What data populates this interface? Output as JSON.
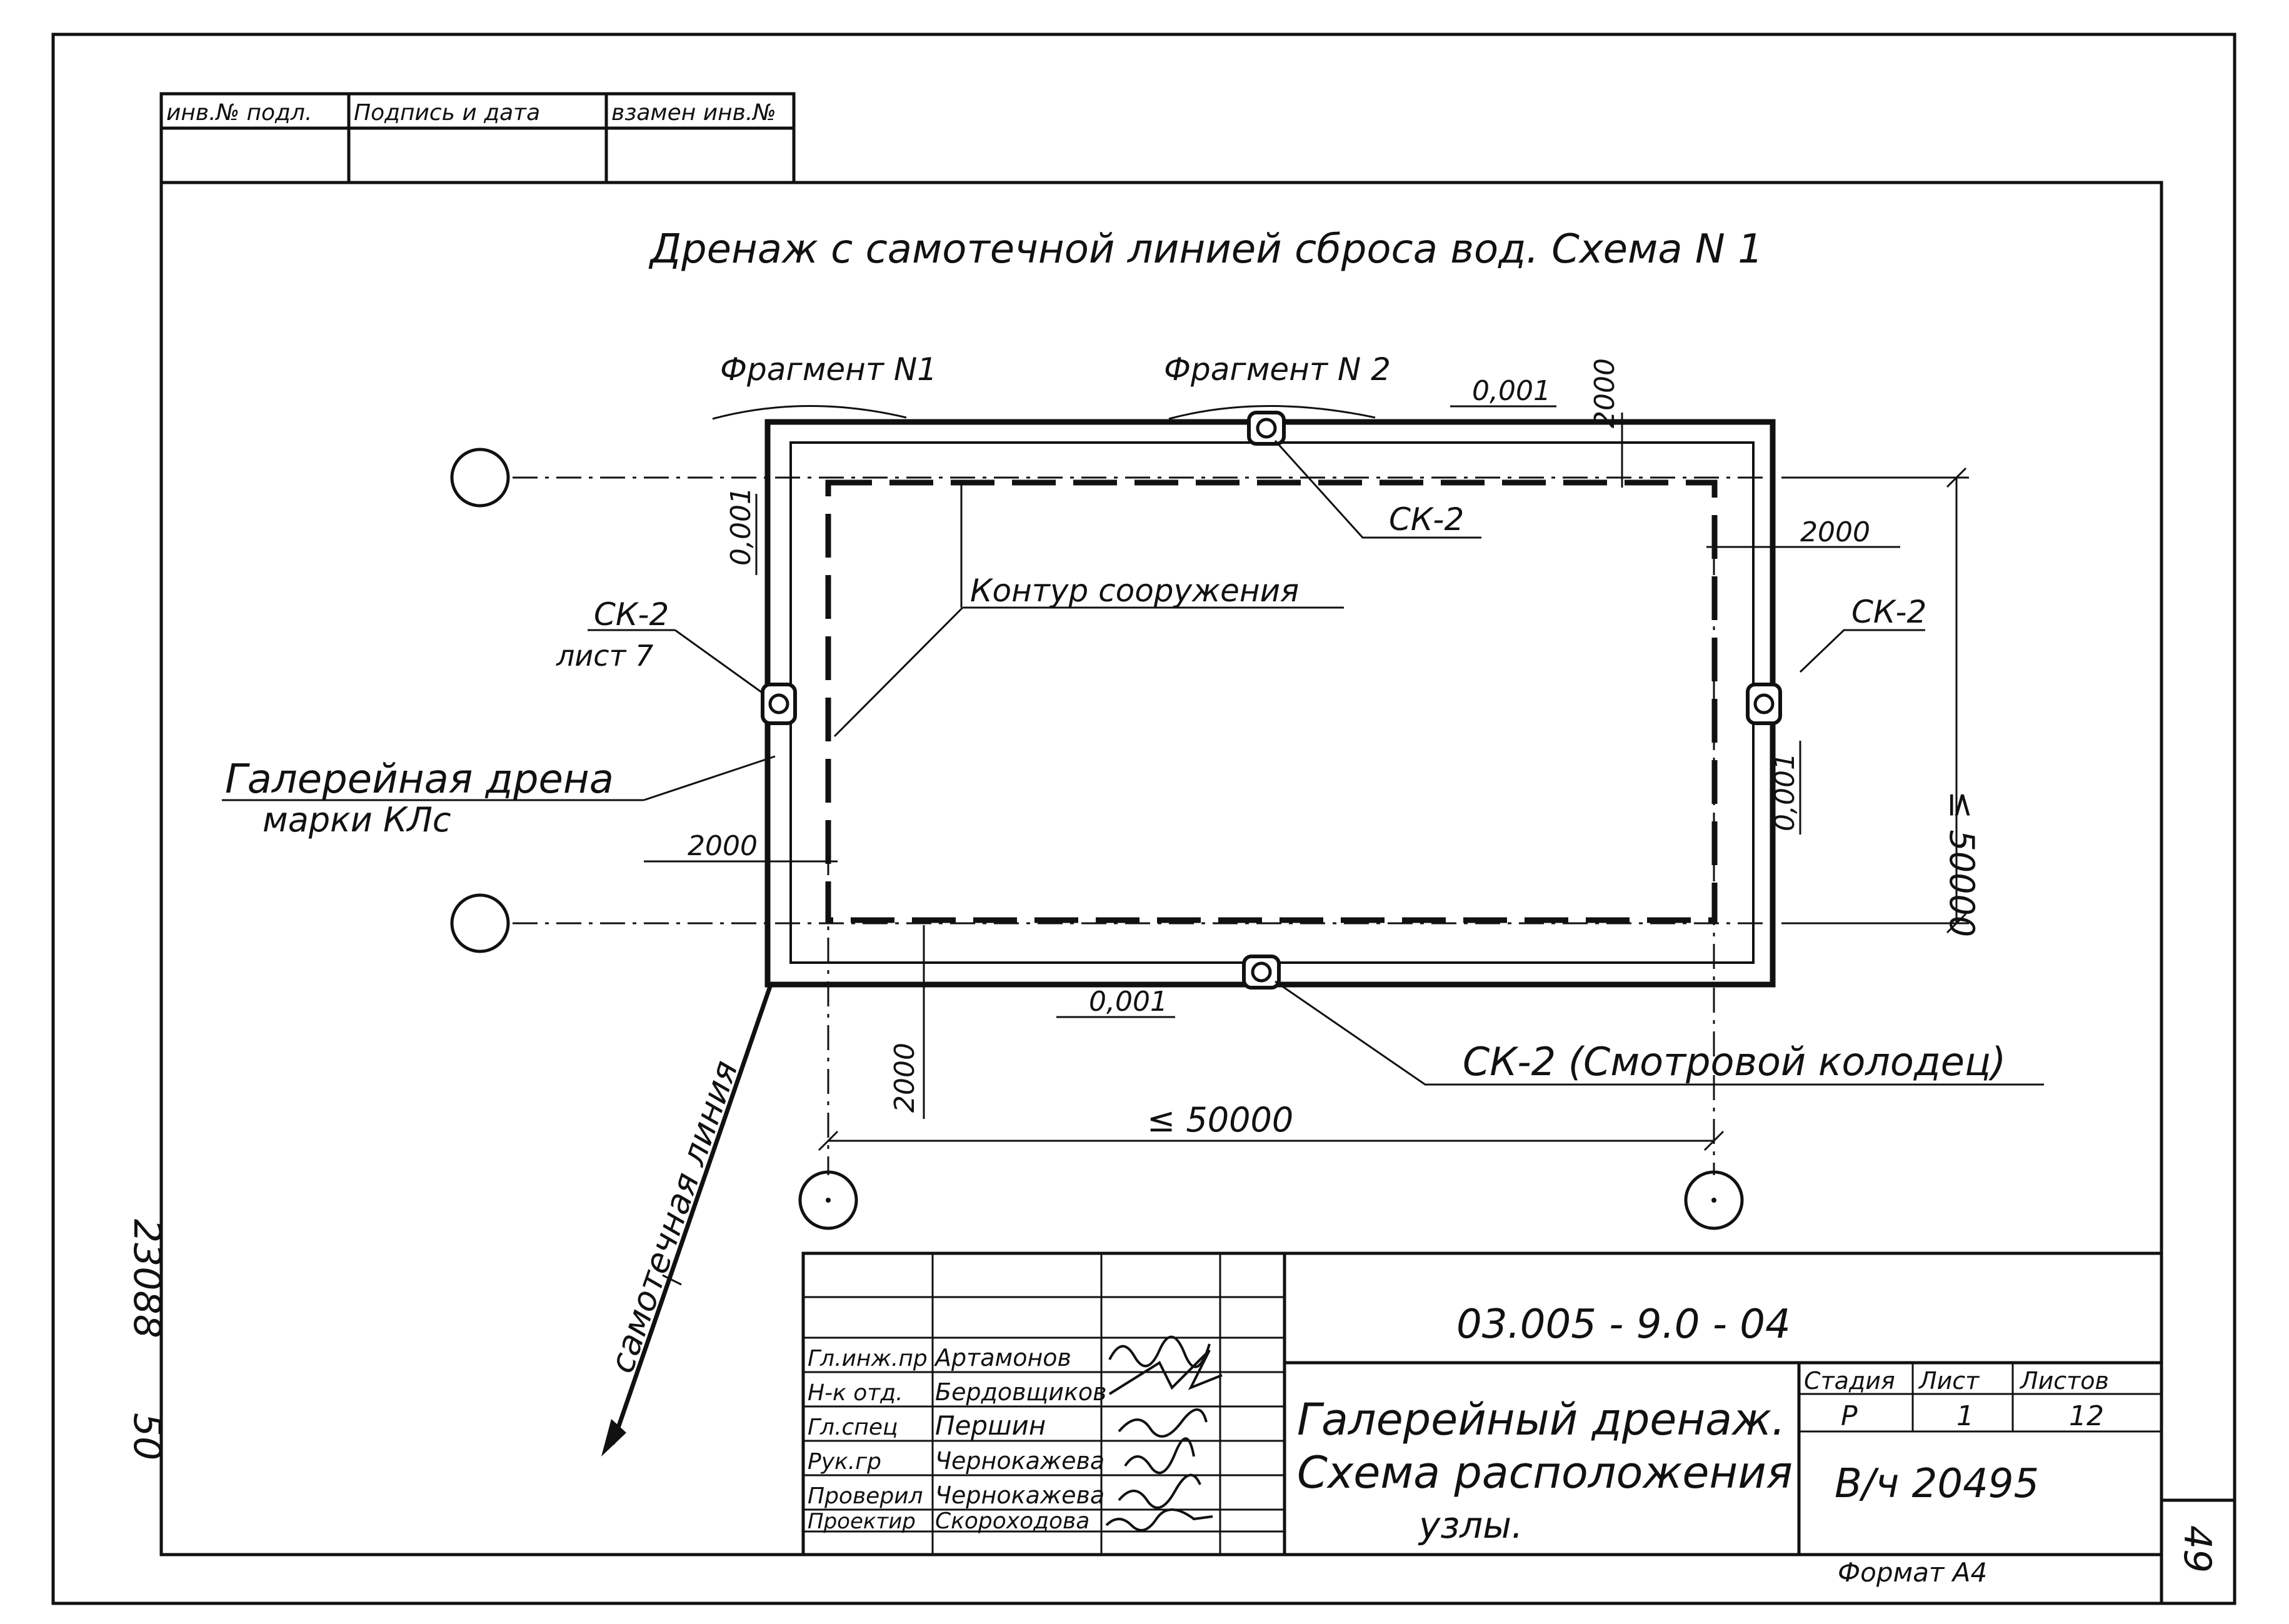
{
  "stamp_top": {
    "headers": [
      "инв.№ подл.",
      "Подпись и дата",
      "взамен инв.№"
    ]
  },
  "title": "Дренаж с самотечной линией сброса вод. Схема N 1",
  "labels": {
    "fragment1": "Фрагмент N1",
    "fragment2": "Фрагмент N 2",
    "ck2_top": "СК-2",
    "ck2_left": "СК-2",
    "sheet7": "лист 7",
    "ck2_right": "СК-2",
    "contour": "Контур сооружения",
    "gallery_line1": "Галерейная дрена",
    "gallery_line2": "марки КЛс",
    "ck2_bottom": "СК-2  (Смотровой колодец)",
    "gravity_line": "самотечная линия",
    "slope_top": "0,001",
    "slope_left": "0,001",
    "slope_right": "0,001",
    "slope_bottom": "0,001",
    "dim_top": "2000",
    "dim_right": "2000",
    "dim_left": "2000",
    "dim_bottom": "2000",
    "dim_length": "≤ 50000",
    "dim_width": "≤ 50000"
  },
  "side_marks": {
    "left_number": "23088",
    "left_number2": "50",
    "page_number": "49"
  },
  "title_block": {
    "code": "03.005 - 9.0 - 04",
    "staff": [
      {
        "role": "Гл.инж.пр",
        "name": "Артамонов"
      },
      {
        "role": "Н-к отд.",
        "name": "Бердовщиков"
      },
      {
        "role": "Гл.спец",
        "name": "Першин"
      },
      {
        "role": "Рук.гр",
        "name": "Чернокажева"
      },
      {
        "role": "Проверил",
        "name": "Чернокажева"
      },
      {
        "role": "Проектир",
        "name": "Скороходова"
      }
    ],
    "description_line1": "Галерейный дренаж.",
    "description_line2": "Схема расположения",
    "description_line3": "узлы.",
    "stage_header": "Стадия",
    "sheet_header": "Лист",
    "sheets_header": "Листов",
    "stage": "Р",
    "sheet": "1",
    "sheets": "12",
    "org": "В/ч 20495",
    "format": "Формат А4"
  }
}
